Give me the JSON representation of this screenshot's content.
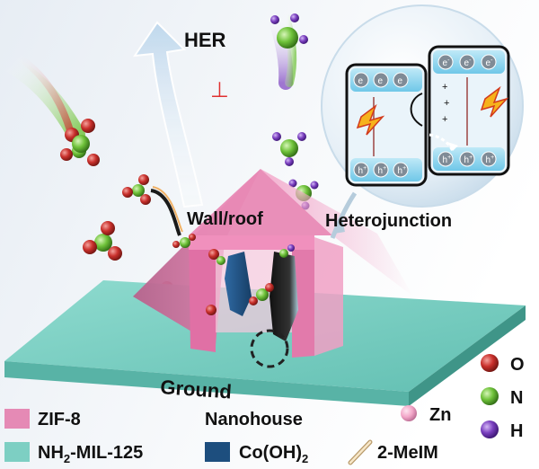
{
  "labels": {
    "her": "HER",
    "inhibit_symbol": "⊥",
    "wall_roof": "Wall/roof",
    "heterojunction": "Heterojunction",
    "ground": "Ground",
    "nanohouse": "Nanohouse"
  },
  "legend": {
    "zif8": "ZIF-8",
    "mil125_prefix": "NH",
    "mil125_sub": "2",
    "mil125_suffix": "-MIL-125",
    "cooh_prefix": "Co(OH)",
    "cooh_sub": "2",
    "melim": "2-MeIM",
    "zn": "Zn",
    "o": "O",
    "n": "N",
    "h": "H"
  },
  "band": {
    "electron": "e",
    "electron_sup": "-",
    "hole": "h",
    "hole_sup": "+",
    "plus": "+"
  },
  "colors": {
    "zif8": "#e58ab5",
    "mil125": "#7dcfc3",
    "cooh": "#1d4e7e",
    "oxygen": "#c9302c",
    "nitrogen": "#6fc23a",
    "hydrogen": "#7a3fbf",
    "zinc": "#f2a6c8",
    "inhibit": "#e03030"
  }
}
